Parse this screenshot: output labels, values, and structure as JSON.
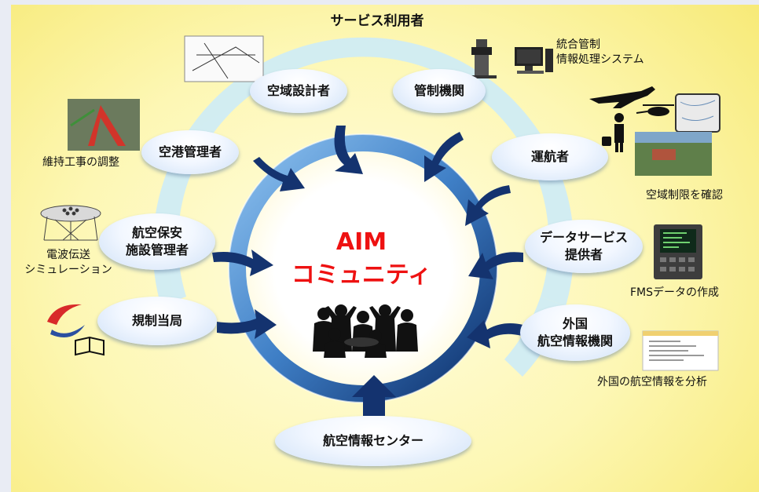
{
  "header": {
    "title": "サービス利用者"
  },
  "center": {
    "line1": "AIM",
    "line2": "コミュニティ"
  },
  "nodes": {
    "airspace_designer": "空域設計者",
    "control_agency": "管制機関",
    "airport_manager": "空港管理者",
    "operator": "運航者",
    "security_facility": "航空保安\n施設管理者",
    "data_service": "データサービス\n提供者",
    "regulator": "規制当局",
    "foreign_agency": "外国\n航空情報機関",
    "ais_center": "航空情報センター"
  },
  "captions": {
    "maintenance": "維持工事の調整",
    "radio": "電波伝送\nシミュレーション",
    "integrated_control": "統合管制\n情報処理システム",
    "airspace_restriction": "空域制限を確認",
    "fms": "FMSデータの作成",
    "foreign_analysis": "外国の航空情報を分析"
  },
  "colors": {
    "background_yellow": "#fdf7b4",
    "outer_ring": "#cfeaf7",
    "ring_blue": "#5b95cf",
    "arrow_navy": "#12306e",
    "accent_red": "#ee1111"
  }
}
